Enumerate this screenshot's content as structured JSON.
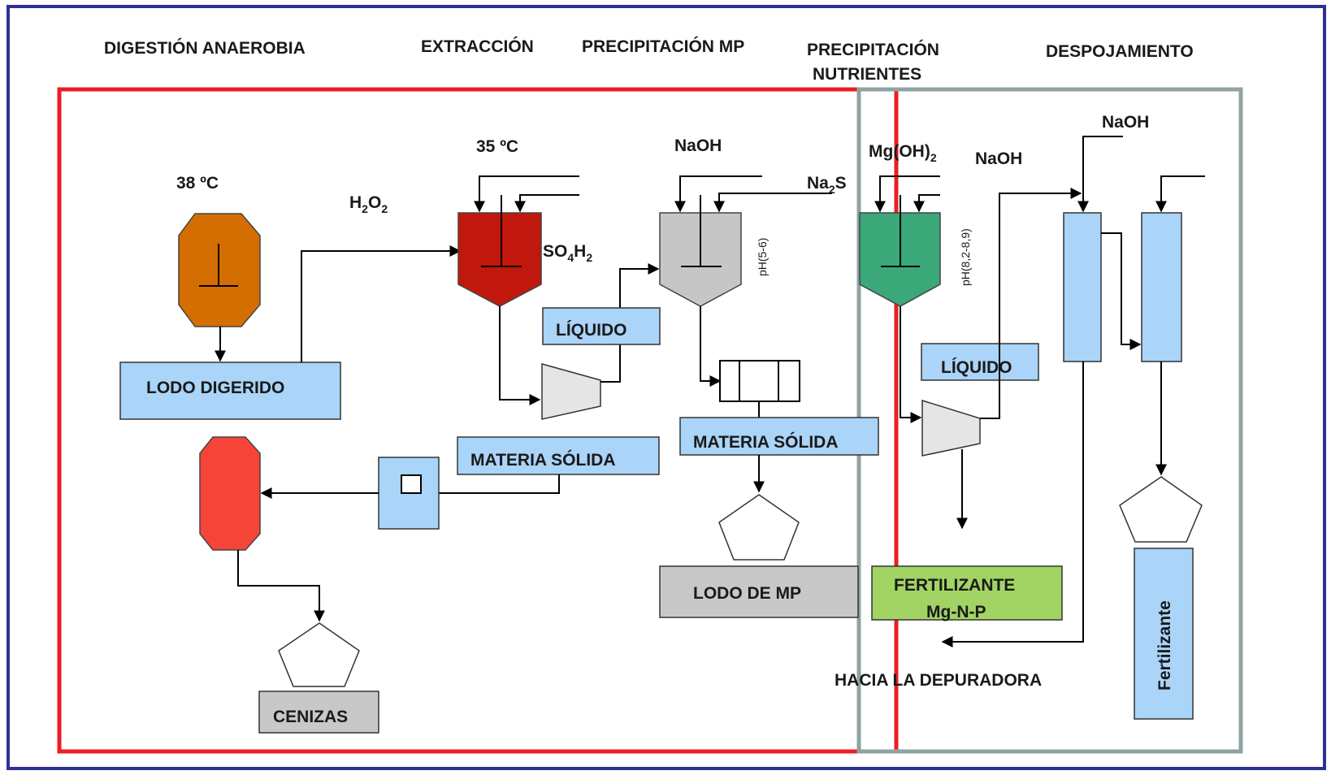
{
  "sections": {
    "digestion": "DIGESTIÓN ANAEROBIA",
    "extraction": "EXTRACCIÓN",
    "precip_mp": "PRECIPITACIÓN MP",
    "precip_nutr_1": "PRECIPITACIÓN",
    "precip_nutr_2": "NUTRIENTES",
    "stripping": "DESPOJAMIENTO"
  },
  "labels": {
    "temp_digester": "38 ºC",
    "temp_extraction": "35 ºC",
    "h2o2_base": "H",
    "h2o2_sub1": "2",
    "h2o2_mid": "O",
    "h2o2_sub2": "2",
    "so4h2_a": "SO",
    "so4h2_s1": "4",
    "so4h2_b": "H",
    "so4h2_s2": "2",
    "naoh_mp": "NaOH",
    "na2s_a": "Na",
    "na2s_s": "2",
    "na2s_b": "S",
    "ph_mp": "pH(5-6)",
    "mgoh_a": "Mg(OH)",
    "mgoh_s": "2",
    "naoh_nutr": "NaOH",
    "ph_nutr": "pH(8,2-8,9)",
    "naoh_strip": "NaOH",
    "towards_plant": "HACIA LA DEPURADORA"
  },
  "boxes": {
    "lodo_digerido": "LODO DIGERIDO",
    "liquido_1": "LÍQUIDO",
    "materia_solida_1": "MATERIA SÓLIDA",
    "materia_solida_2": "MATERIA SÓLIDA",
    "lodo_mp": "LODO DE MP",
    "liquido_2": "LÍQUIDO",
    "fertilizante_1a": "FERTILIZANTE",
    "fertilizante_1b": "Mg-N-P",
    "cenizas": "CENIZAS",
    "fertilizante_2": "Fertilizante"
  },
  "colors": {
    "frame_outer": "#2e3192",
    "region_red": "#ee1c25",
    "region_gray": "#8fa3a3",
    "box_blue": "#aad4f8",
    "box_gray": "#c8c8c8",
    "box_green": "#a2d464",
    "digester": "#d56e02",
    "reactor_extraction": "#c0180c",
    "reactor_mp": "#c6c6c6",
    "reactor_nutr": "#3aa878",
    "incinerator": "#f74438",
    "separator": "#e4e5e4"
  }
}
